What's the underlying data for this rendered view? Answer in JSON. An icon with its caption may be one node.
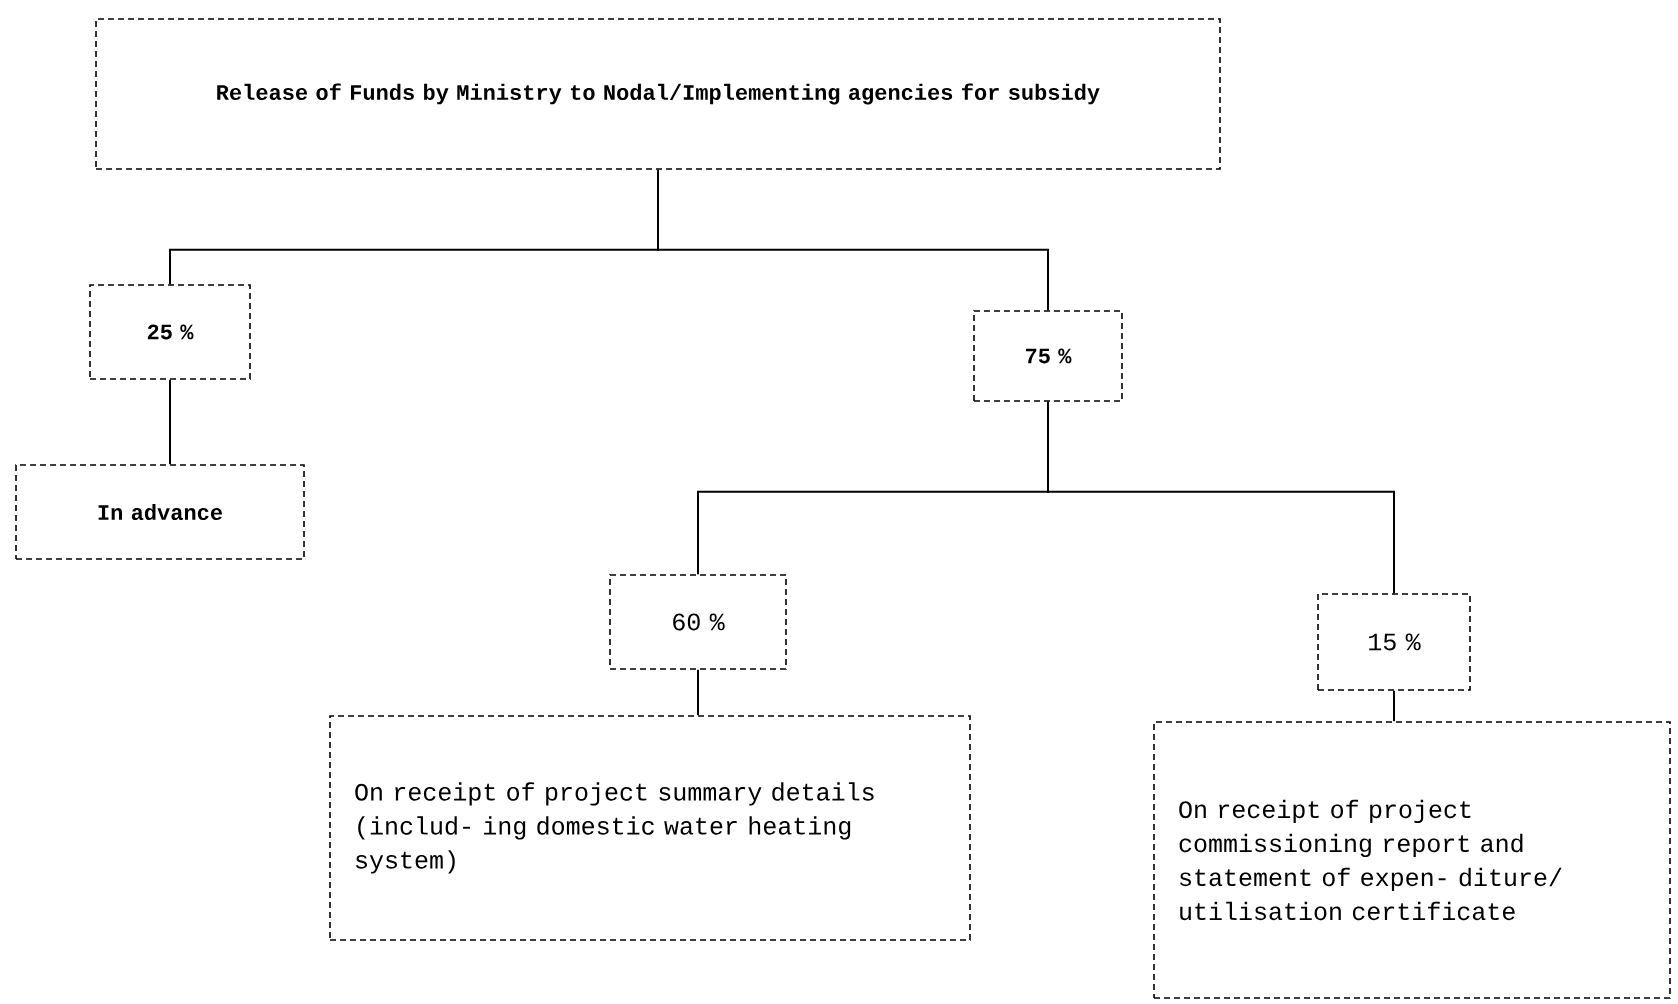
{
  "diagram": {
    "nodes": [
      {
        "text": [
          "Release of Funds by Ministry to Nodal/Implementing agencies for subsidy"
        ]
      },
      {
        "text": [
          "25 %"
        ]
      },
      {
        "text": [
          "75 %"
        ]
      },
      {
        "text": [
          "In advance"
        ]
      },
      {
        "text": [
          "60 %"
        ]
      },
      {
        "text": [
          "15 %"
        ]
      },
      {
        "text": [
          "On receipt of project summary details (includ- ing domestic water heating system)"
        ]
      },
      {
        "text": [
          "On receipt of project commissioning report and statement of expen- diture/ utilisation certificate"
        ]
      }
    ],
    "edges": [
      {
        "from": 0,
        "to": 1,
        "arrow": "none"
      },
      {
        "from": 0,
        "to": 2,
        "arrow": "none"
      },
      {
        "from": 1,
        "to": 3,
        "arrow": "none"
      },
      {
        "from": 2,
        "to": 4,
        "arrow": "none"
      },
      {
        "from": 2,
        "to": 5,
        "arrow": "none"
      },
      {
        "from": 4,
        "to": 6,
        "arrow": "none"
      },
      {
        "from": 5,
        "to": 7,
        "arrow": "none"
      }
    ]
  }
}
